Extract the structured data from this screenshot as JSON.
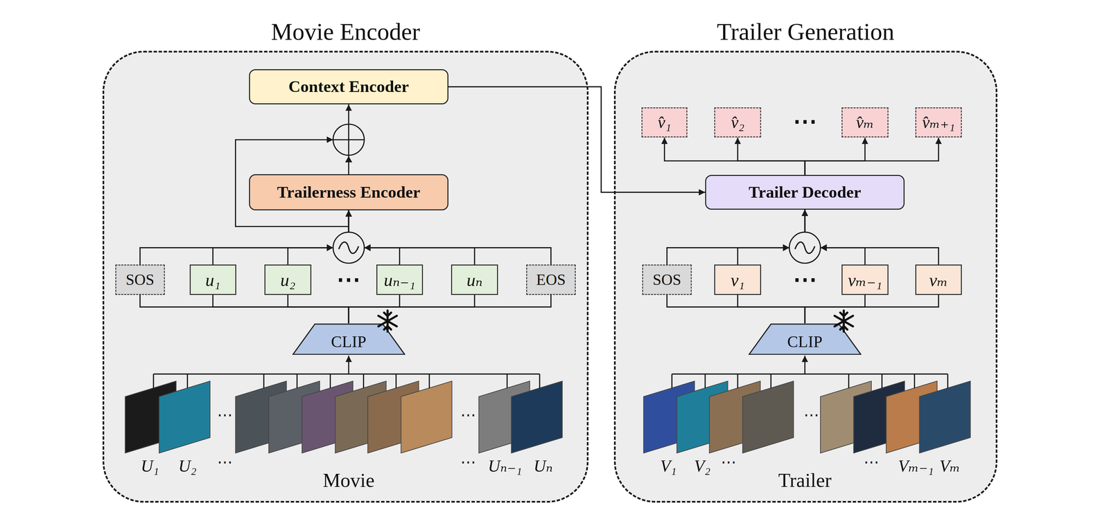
{
  "diagram": {
    "nodes": [
      {
        "text": [
          "Movie Encoder"
        ]
      },
      {
        "text": [
          "Context Encoder"
        ],
        "in": 0
      },
      {
        "text": [
          "Trailerness Encoder"
        ],
        "in": 0
      },
      {
        "text": [
          "SOS"
        ],
        "in": 0
      },
      {
        "text": [
          "u₁"
        ],
        "in": 0
      },
      {
        "text": [
          "u₂"
        ],
        "in": 0
      },
      {
        "text": [
          "uₙ₋₁"
        ],
        "in": 0
      },
      {
        "text": [
          "uₙ"
        ],
        "in": 0
      },
      {
        "text": [
          "EOS"
        ],
        "in": 0
      },
      {
        "text": [
          "CLIP"
        ],
        "in": 0
      },
      {
        "text": [
          "Trailer Generation"
        ]
      },
      {
        "text": [
          "v̂₁"
        ],
        "in": 10
      },
      {
        "text": [
          "v̂₂"
        ],
        "in": 10
      },
      {
        "text": [
          "v̂ₘ"
        ],
        "in": 10
      },
      {
        "text": [
          "v̂ₘ₊₁"
        ],
        "in": 10
      },
      {
        "text": [
          "Trailer Decoder"
        ],
        "in": 10
      },
      {
        "text": [
          "SOS"
        ],
        "in": 10
      },
      {
        "text": [
          "v₁"
        ],
        "in": 10
      },
      {
        "text": [
          "vₘ₋₁"
        ],
        "in": 10
      },
      {
        "text": [
          "vₘ"
        ],
        "in": 10
      },
      {
        "text": [
          "CLIP"
        ],
        "in": 10
      }
    ],
    "edges": [
      {
        "from": 1,
        "to": 15,
        "arrow": "to"
      },
      {
        "from": 2,
        "to": 1,
        "arrow": "to"
      },
      {
        "from": 3,
        "to": 2,
        "arrow": "to"
      },
      {
        "from": 4,
        "to": 2,
        "arrow": "to"
      },
      {
        "from": 5,
        "to": 2,
        "arrow": "to"
      },
      {
        "from": 6,
        "to": 2,
        "arrow": "to"
      },
      {
        "from": 7,
        "to": 2,
        "arrow": "to"
      },
      {
        "from": 8,
        "to": 2,
        "arrow": "to"
      },
      {
        "from": 9,
        "to": 3,
        "arrow": "none"
      },
      {
        "from": 9,
        "to": 4,
        "arrow": "none"
      },
      {
        "from": 9,
        "to": 5,
        "arrow": "none"
      },
      {
        "from": 9,
        "to": 6,
        "arrow": "none"
      },
      {
        "from": 9,
        "to": 7,
        "arrow": "none"
      },
      {
        "from": 9,
        "to": 8,
        "arrow": "none"
      },
      {
        "from": 15,
        "to": 11,
        "arrow": "to"
      },
      {
        "from": 15,
        "to": 12,
        "arrow": "to"
      },
      {
        "from": 15,
        "to": 13,
        "arrow": "to"
      },
      {
        "from": 15,
        "to": 14,
        "arrow": "to"
      },
      {
        "from": 16,
        "to": 15,
        "arrow": "to"
      },
      {
        "from": 17,
        "to": 15,
        "arrow": "to"
      },
      {
        "from": 18,
        "to": 15,
        "arrow": "to"
      },
      {
        "from": 19,
        "to": 15,
        "arrow": "to"
      },
      {
        "from": 20,
        "to": 16,
        "arrow": "none"
      },
      {
        "from": 20,
        "to": 17,
        "arrow": "none"
      },
      {
        "from": 20,
        "to": 18,
        "arrow": "none"
      },
      {
        "from": 20,
        "to": 19,
        "arrow": "none"
      }
    ],
    "labels": [
      "⋯",
      "⋯",
      "⋯",
      "U₁",
      "U₂",
      "⋯",
      "⋯",
      "Uₙ₋₁",
      "Uₙ",
      "Movie",
      "⋯",
      "⋯",
      "⋯",
      "V₁",
      "V₂",
      "⋯",
      "⋯",
      "Vₘ₋₁",
      "Vₘ",
      "Trailer"
    ]
  }
}
